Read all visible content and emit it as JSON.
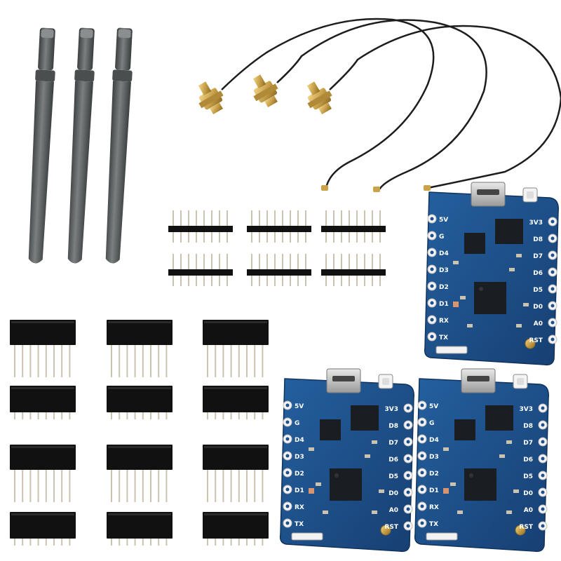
{
  "scene": {
    "background": "#ffffff",
    "antenna_color": "#55595a",
    "cable_color": "#1d1d1d",
    "connector_color": "#c9a24a",
    "header_plastic_color": "#111111",
    "pin_color": "#c9c3b0",
    "pcb_color": "#1c4f8c",
    "pad_color": "#f3f3f3",
    "chip_color": "#1a1d22"
  },
  "boards": [
    {
      "right_labels": [
        "3V3",
        "D8",
        "D7",
        "D6",
        "D5",
        "D0",
        "A0",
        "RST"
      ],
      "left_labels": [
        "5V",
        "G",
        "D4",
        "D3",
        "D2",
        "D1",
        "RX",
        "TX"
      ]
    },
    {
      "right_labels": [
        "3V3",
        "D8",
        "D7",
        "D6",
        "D5",
        "D0",
        "A0",
        "RST"
      ],
      "left_labels": [
        "5V",
        "G",
        "D4",
        "D3",
        "D2",
        "D1",
        "RX",
        "TX"
      ]
    },
    {
      "right_labels": [
        "3V3",
        "D8",
        "D7",
        "D6",
        "D5",
        "D0",
        "A0",
        "RST"
      ],
      "left_labels": [
        "5V",
        "G",
        "D4",
        "D3",
        "D2",
        "D1",
        "RX",
        "TX"
      ]
    }
  ]
}
